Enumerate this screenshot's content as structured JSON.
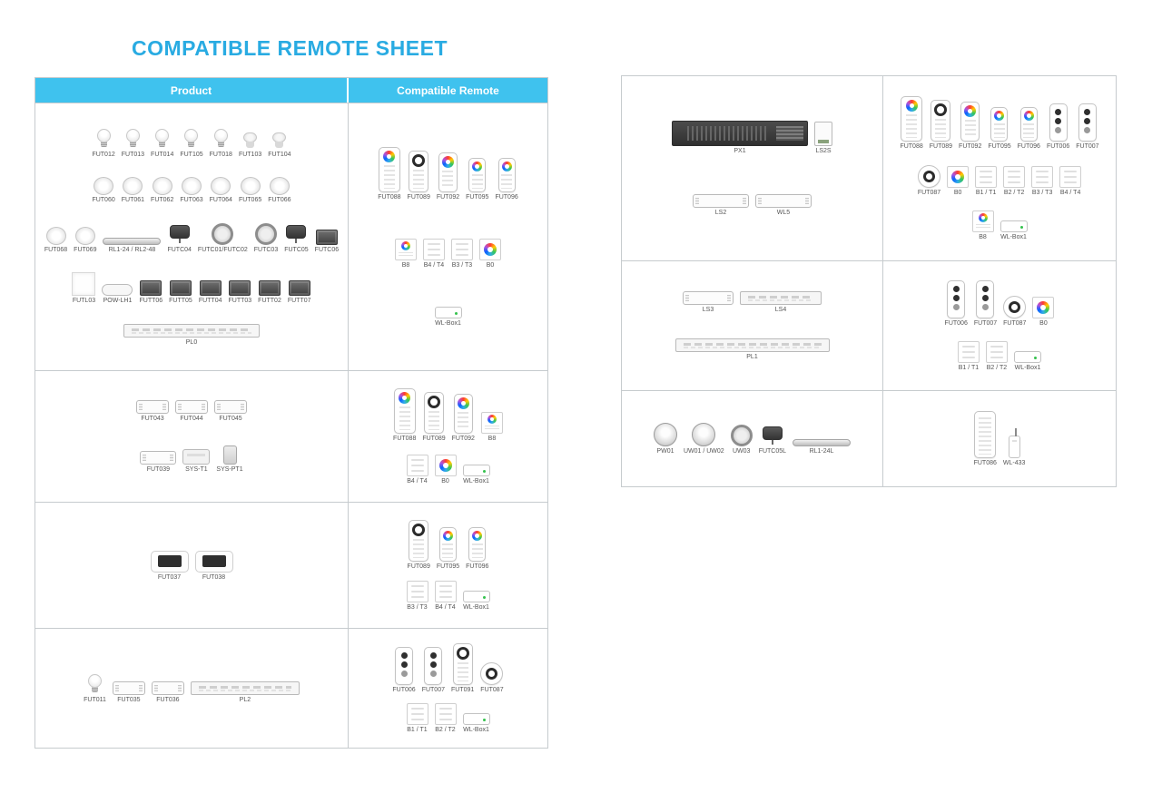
{
  "title": "COMPATIBLE REMOTE SHEET",
  "colors": {
    "title": "#29abe2",
    "header_bg": "#3fc2ee",
    "border": "#c6cbce"
  },
  "left_table": {
    "headers": {
      "product": "Product",
      "remote": "Compatible Remote"
    },
    "rows": [
      {
        "products": [
          [
            {
              "label": "FUT012",
              "type": "bulb"
            },
            {
              "label": "FUT013",
              "type": "bulb"
            },
            {
              "label": "FUT014",
              "type": "bulb"
            },
            {
              "label": "FUT105",
              "type": "bulb"
            },
            {
              "label": "FUT018",
              "type": "bulb"
            },
            {
              "label": "FUT103",
              "type": "spot"
            },
            {
              "label": "FUT104",
              "type": "spot"
            }
          ],
          [
            {
              "label": "FUT060",
              "type": "downlight"
            },
            {
              "label": "FUT061",
              "type": "downlight"
            },
            {
              "label": "FUT062",
              "type": "downlight"
            },
            {
              "label": "FUT063",
              "type": "downlight"
            },
            {
              "label": "FUT064",
              "type": "downlight"
            },
            {
              "label": "FUT065",
              "type": "downlight"
            },
            {
              "label": "FUT066",
              "type": "downlight"
            }
          ],
          [
            {
              "label": "FUT068",
              "type": "downlight"
            },
            {
              "label": "FUT069",
              "type": "downlight"
            },
            {
              "label": "RL1-24 / RL2-48",
              "type": "wallwasher"
            },
            {
              "label": "FUTC04",
              "type": "gflood"
            },
            {
              "label": "FUTC01/FUTC02",
              "type": "inground"
            },
            {
              "label": "FUTC03",
              "type": "inground"
            },
            {
              "label": "FUTC05",
              "type": "gflood"
            },
            {
              "label": "FUTC06",
              "type": "flood"
            }
          ],
          [
            {
              "label": "FUTL03",
              "type": "panel"
            },
            {
              "label": "POW-LH1",
              "type": "powlh1"
            },
            {
              "label": "FUTT06",
              "type": "flood"
            },
            {
              "label": "FUTT05",
              "type": "flood"
            },
            {
              "label": "FUTT04",
              "type": "flood"
            },
            {
              "label": "FUTT03",
              "type": "flood"
            },
            {
              "label": "FUTT02",
              "type": "flood"
            },
            {
              "label": "FUTT07",
              "type": "flood"
            }
          ],
          [
            {
              "label": "PL0",
              "type": "strip",
              "w": 150
            }
          ]
        ],
        "remotes": [
          [
            {
              "label": "FUT088",
              "type": "remote-lg"
            },
            {
              "label": "FUT089",
              "type": "remote-ring"
            },
            {
              "label": "FUT092",
              "type": "remote"
            },
            {
              "label": "FUT095",
              "type": "remote-sm"
            },
            {
              "label": "FUT096",
              "type": "remote-sm"
            }
          ],
          [
            {
              "label": "B8",
              "type": "panel-color"
            },
            {
              "label": "B4 / T4",
              "type": "panel-w"
            },
            {
              "label": "B3 / T3",
              "type": "panel-w"
            },
            {
              "label": "B0",
              "type": "panel-round"
            }
          ],
          [
            {
              "label": "WL-Box1",
              "type": "wlbox"
            }
          ]
        ]
      },
      {
        "products": [
          [
            {
              "label": "FUT043",
              "type": "ctrl"
            },
            {
              "label": "FUT044",
              "type": "ctrl"
            },
            {
              "label": "FUT045",
              "type": "ctrl"
            }
          ],
          [
            {
              "label": "FUT039",
              "type": "ctrl",
              "w": 40
            },
            {
              "label": "SYS-T1",
              "type": "sysbox"
            },
            {
              "label": "SYS-PT1",
              "type": "plug"
            }
          ]
        ],
        "remotes": [
          [
            {
              "label": "FUT088",
              "type": "remote-lg"
            },
            {
              "label": "FUT089",
              "type": "remote-ring"
            },
            {
              "label": "FUT092",
              "type": "remote"
            },
            {
              "label": "B8",
              "type": "panel-color"
            }
          ],
          [
            {
              "label": "B4 / T4",
              "type": "panel-w"
            },
            {
              "label": "B0",
              "type": "panel-round"
            },
            {
              "label": "WL-Box1",
              "type": "wlbox"
            }
          ]
        ]
      },
      {
        "products": [
          [
            {
              "label": "FUT037",
              "type": "touchctrl"
            },
            {
              "label": "FUT038",
              "type": "touchctrl"
            }
          ]
        ],
        "remotes": [
          [
            {
              "label": "FUT089",
              "type": "remote-ring"
            },
            {
              "label": "FUT095",
              "type": "remote-sm"
            },
            {
              "label": "FUT096",
              "type": "remote-sm"
            }
          ],
          [
            {
              "label": "B3 / T3",
              "type": "panel-w"
            },
            {
              "label": "B4 / T4",
              "type": "panel-w"
            },
            {
              "label": "WL-Box1",
              "type": "wlbox"
            }
          ]
        ]
      },
      {
        "products": [
          [
            {
              "label": "FUT011",
              "type": "bulb"
            },
            {
              "label": "FUT035",
              "type": "ctrl"
            },
            {
              "label": "FUT036",
              "type": "ctrl"
            },
            {
              "label": "PL2",
              "type": "strip",
              "w": 120
            }
          ]
        ],
        "remotes": [
          [
            {
              "label": "FUT006",
              "type": "remote-btn"
            },
            {
              "label": "FUT007",
              "type": "remote-btn"
            },
            {
              "label": "FUT091",
              "type": "remote-ring"
            },
            {
              "label": "FUT087",
              "type": "remote-round"
            }
          ],
          [
            {
              "label": "B1 / T1",
              "type": "panel-w"
            },
            {
              "label": "B2 / T2",
              "type": "panel-w"
            },
            {
              "label": "WL-Box1",
              "type": "wlbox"
            }
          ]
        ]
      }
    ]
  },
  "right_table": {
    "rows": [
      {
        "products": [
          [
            {
              "label": "PX1",
              "type": "bigdriver"
            },
            {
              "label": "LS2S",
              "type": "lsbox"
            }
          ],
          [
            {
              "label": "LS2",
              "type": "ctrl",
              "w": 62
            },
            {
              "label": "WL5",
              "type": "ctrl",
              "w": 62
            }
          ]
        ],
        "remotes": [
          [
            {
              "label": "FUT088",
              "type": "remote-lg"
            },
            {
              "label": "FUT089",
              "type": "remote-ring"
            },
            {
              "label": "FUT092",
              "type": "remote"
            },
            {
              "label": "FUT095",
              "type": "remote-sm"
            },
            {
              "label": "FUT096",
              "type": "remote-sm"
            },
            {
              "label": "FUT006",
              "type": "remote-btn"
            },
            {
              "label": "FUT007",
              "type": "remote-btn"
            }
          ],
          [
            {
              "label": "FUT087",
              "type": "remote-round"
            },
            {
              "label": "B0",
              "type": "panel-round"
            },
            {
              "label": "B1 / T1",
              "type": "panel-w"
            },
            {
              "label": "B2 / T2",
              "type": "panel-w"
            },
            {
              "label": "B3 / T3",
              "type": "panel-w"
            },
            {
              "label": "B4 / T4",
              "type": "panel-w"
            }
          ],
          [
            {
              "label": "B8",
              "type": "panel-color"
            },
            {
              "label": "WL-Box1",
              "type": "wlbox"
            }
          ]
        ]
      },
      {
        "products": [
          [
            {
              "label": "LS3",
              "type": "ctrl",
              "w": 56
            },
            {
              "label": "LS4",
              "type": "strip",
              "w": 90
            }
          ],
          [
            {
              "label": "PL1",
              "type": "strip",
              "w": 170
            }
          ]
        ],
        "remotes": [
          [
            {
              "label": "FUT006",
              "type": "remote-btn"
            },
            {
              "label": "FUT007",
              "type": "remote-btn"
            },
            {
              "label": "FUT087",
              "type": "remote-round"
            },
            {
              "label": "B0",
              "type": "panel-round"
            }
          ],
          [
            {
              "label": "B1 / T1",
              "type": "panel-w"
            },
            {
              "label": "B2 / T2",
              "type": "panel-w"
            },
            {
              "label": "WL-Box1",
              "type": "wlbox"
            }
          ]
        ]
      },
      {
        "products": [
          [
            {
              "label": "PW01",
              "type": "pool"
            },
            {
              "label": "UW01 / UW02",
              "type": "pool"
            },
            {
              "label": "UW03",
              "type": "inground"
            },
            {
              "label": "FUTC05L",
              "type": "gflood"
            },
            {
              "label": "RL1-24L",
              "type": "wallwasher"
            }
          ]
        ],
        "remotes": [
          [
            {
              "label": "FUT086",
              "type": "remote-keys"
            },
            {
              "label": "WL-433",
              "type": "wl433"
            }
          ]
        ]
      }
    ]
  }
}
